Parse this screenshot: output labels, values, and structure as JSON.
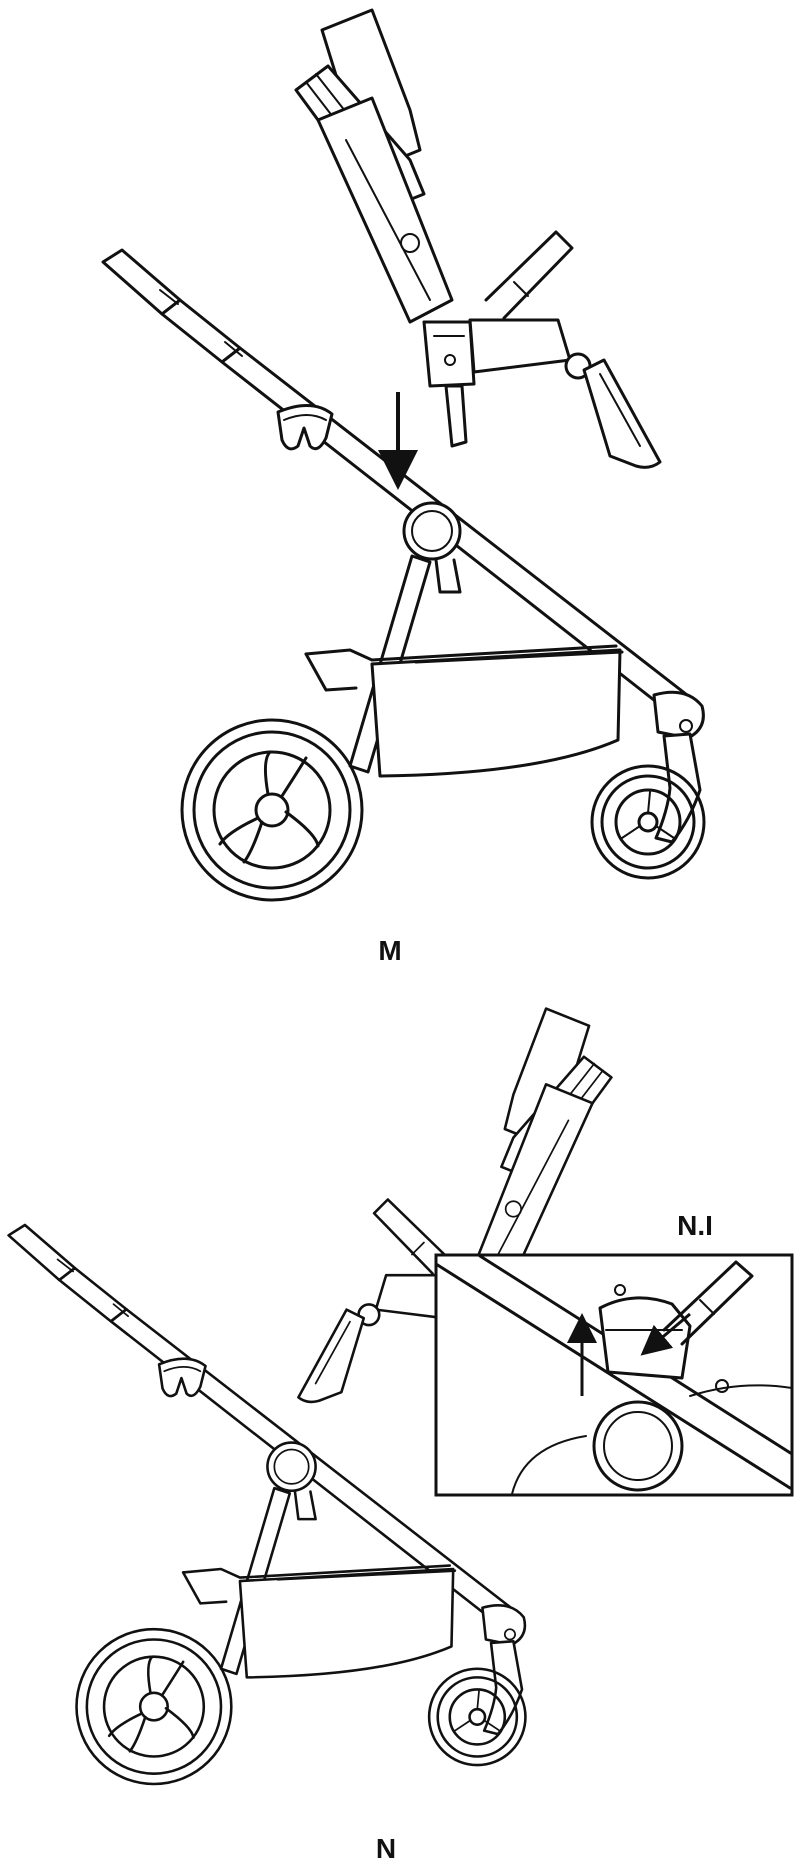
{
  "figures": [
    {
      "id": "M",
      "label": "M"
    },
    {
      "id": "N",
      "label": "N"
    }
  ],
  "detail": {
    "label": "N.I"
  },
  "colors": {
    "line": "#111111",
    "background": "#ffffff"
  }
}
